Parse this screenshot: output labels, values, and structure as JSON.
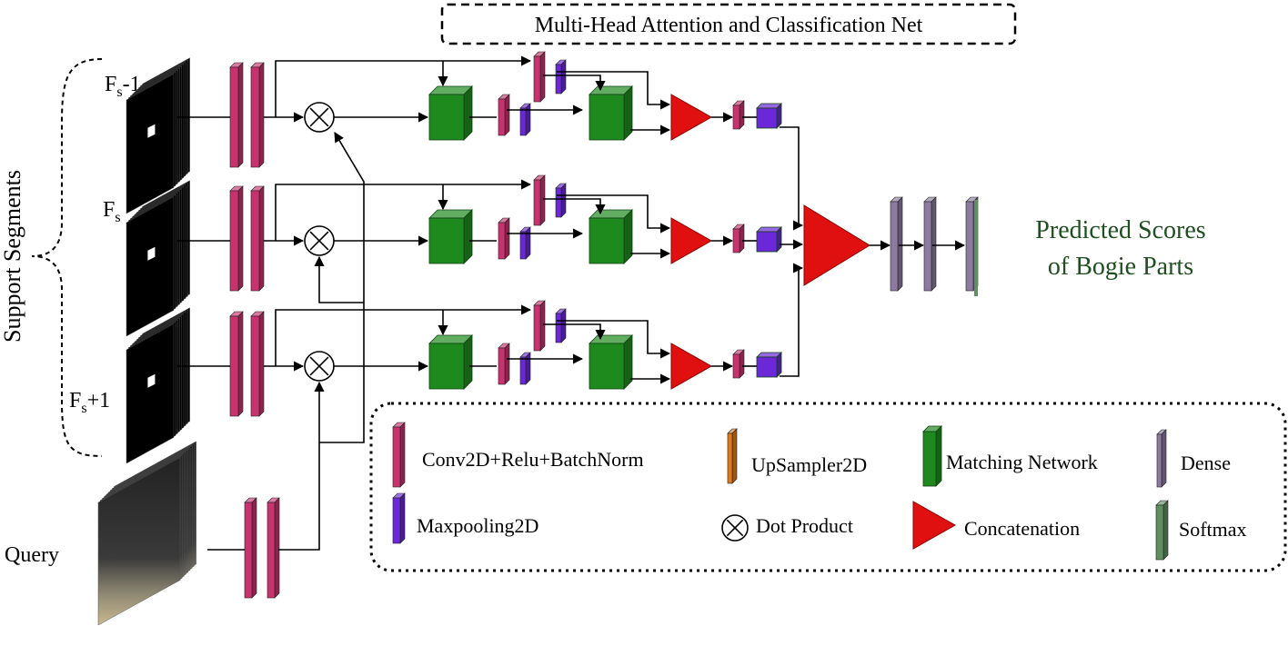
{
  "title": "Multi-Head Attention and Classification Net",
  "support_label": "Support Segments",
  "frames": {
    "prev": {
      "base": "F",
      "sub": "s",
      "suffix": "-1"
    },
    "curr": {
      "base": "F",
      "sub": "s",
      "suffix": ""
    },
    "next": {
      "base": "F",
      "sub": "s",
      "suffix": "+1"
    }
  },
  "query_label": "Query",
  "output_label": {
    "line1": "Predicted Scores",
    "line2": "of Bogie Parts"
  },
  "legend": {
    "conv": "Conv2D+Relu+BatchNorm",
    "upsampler": "UpSampler2D",
    "matching": "Matching Network",
    "dense": "Dense",
    "maxpool": "Maxpooling2D",
    "dot": "Dot Product",
    "concat": "Concatenation",
    "softmax": "Softmax"
  },
  "colors": {
    "conv": "#c8326e",
    "maxpool": "#6a28d8",
    "matching": "#1e8a1e",
    "concat": "#e01010",
    "dense": "#8c7aa0",
    "softmax": "#5f8f5f",
    "upsampler": "#e07a1a",
    "output_text": "#1f4e1f"
  },
  "icons": {
    "dot_product": "circle-times-icon"
  }
}
